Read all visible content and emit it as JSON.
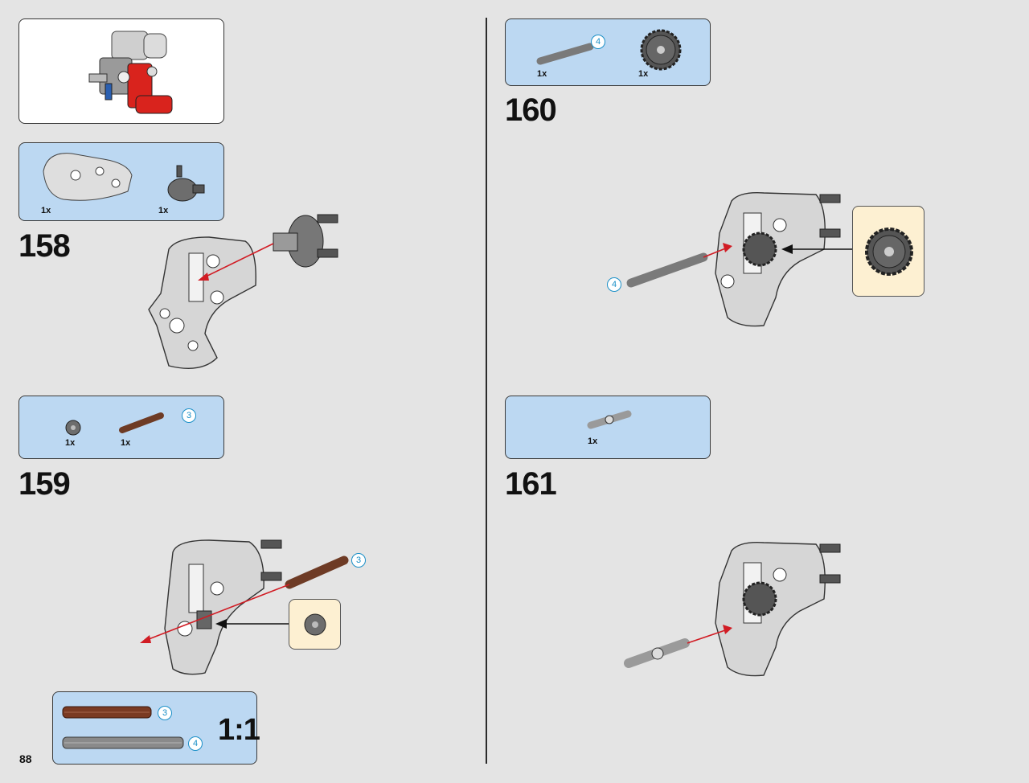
{
  "page": {
    "number": "88"
  },
  "steps": [
    {
      "number": "158",
      "parts": [
        {
          "qty": "1x"
        },
        {
          "qty": "1x"
        }
      ]
    },
    {
      "number": "159",
      "parts": [
        {
          "qty": "1x"
        },
        {
          "qty": "1x",
          "length": "3"
        }
      ]
    },
    {
      "number": "160",
      "parts": [
        {
          "qty": "1x",
          "length": "4"
        },
        {
          "qty": "1x"
        }
      ]
    },
    {
      "number": "161",
      "parts": [
        {
          "qty": "1x"
        }
      ]
    }
  ],
  "callouts": {
    "step159_axle_badge": "3",
    "step160_axle_badge": "4"
  },
  "scale_ruler": {
    "label": "1:1",
    "axles": [
      {
        "length": "3",
        "color": "#7a3a22"
      },
      {
        "length": "4",
        "color": "#8a8a8a"
      }
    ]
  },
  "colors": {
    "parts_box": "#bcd8f2",
    "sub_callout": "#fdf0d2",
    "arrow_red": "#d11c24",
    "badge_blue": "#1a8fc7"
  }
}
